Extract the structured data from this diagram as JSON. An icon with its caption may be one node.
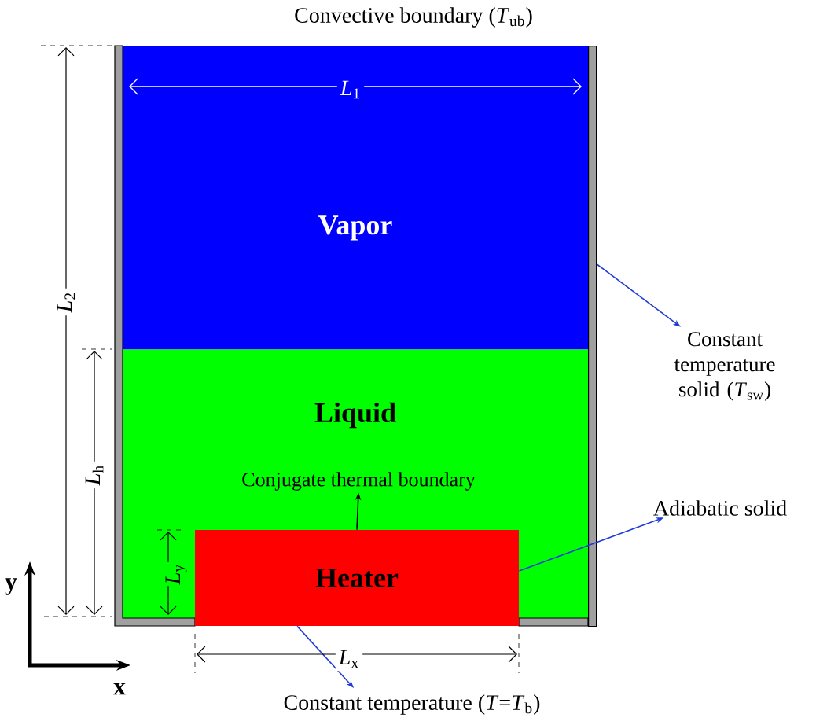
{
  "diagram": {
    "nodes": [
      {
        "text": [
          "Vapor"
        ]
      },
      {
        "text": [
          "Liquid"
        ]
      },
      {
        "text": [
          "Heater"
        ]
      },
      {
        "text": [],
        "shape": "bar"
      },
      {
        "text": [
          "Constant temperature solid (*T*$_{sw}$)"
        ]
      },
      {
        "text": [
          "Adiabatic solid"
        ]
      },
      {
        "text": [
          "Constant temperature (*T*=*T*$_{b}$)"
        ]
      },
      {
        "text": [
          "Conjugate thermal boundary"
        ],
        "in": 1
      }
    ],
    "edges": [
      {
        "from": 3,
        "to": 4,
        "arrow": "to"
      },
      {
        "from": 2,
        "to": 5,
        "arrow": "to"
      },
      {
        "from": 2,
        "to": 6,
        "arrow": "to"
      },
      {
        "from": 2,
        "to": 7,
        "arrow": "to",
        "color": "#000000"
      }
    ],
    "labels": [
      "Convective boundary (*T*$_{ub}$)",
      "*L*$_{1}$",
      "*L*$_{2}$",
      "*L*$_{h}$",
      "*L*$_{y}$",
      "*L*$_{x}$",
      "y",
      "x"
    ]
  }
}
